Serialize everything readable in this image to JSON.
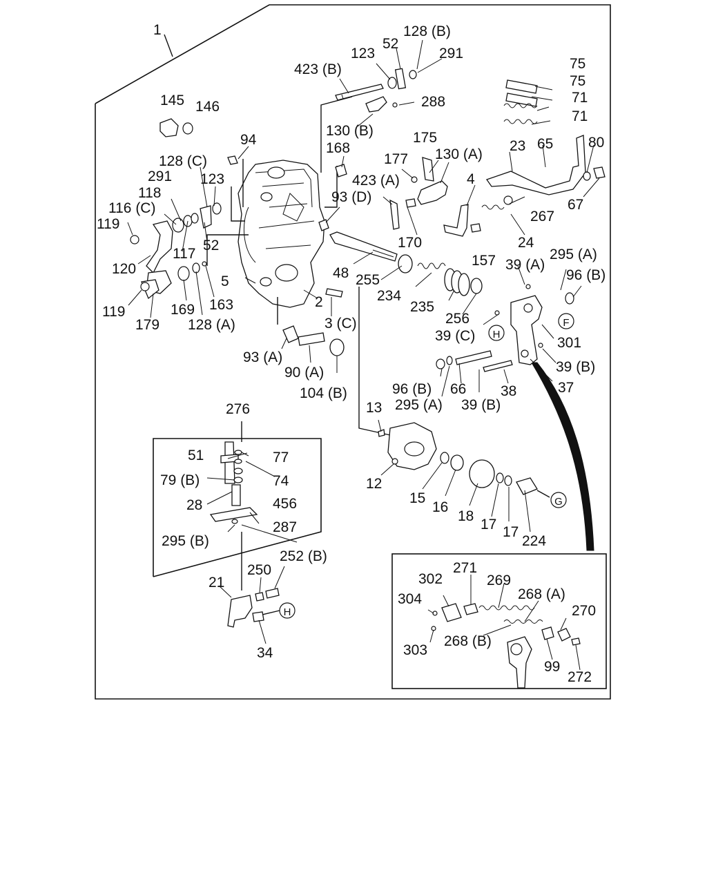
{
  "diagram": {
    "callouts": {
      "c1": "1",
      "c2": "2",
      "c3": "3 (C)",
      "c4": "4",
      "c5": "5",
      "c12": "12",
      "c13": "13",
      "c15": "15",
      "c16": "16",
      "c17a": "17",
      "c17b": "17",
      "c18": "18",
      "c21": "21",
      "c23": "23",
      "c24": "24",
      "c28": "28",
      "c34": "34",
      "c37": "37",
      "c38": "38",
      "c39a": "39 (A)",
      "c39b1": "39 (B)",
      "c39b2": "39 (B)",
      "c39c": "39 (C)",
      "c48": "48",
      "c51": "51",
      "c52a": "52",
      "c52b": "52",
      "c65": "65",
      "c66": "66",
      "c67": "67",
      "c71a": "71",
      "c71b": "71",
      "c74": "74",
      "c75a": "75",
      "c75b": "75",
      "c77": "77",
      "c79b": "79 (B)",
      "c80": "80",
      "c90a": "90 (A)",
      "c93a": "93 (A)",
      "c93d": "93 (D)",
      "c94": "94",
      "c96b1": "96 (B)",
      "c96b2": "96 (B)",
      "c99": "99",
      "c104b": "104 (B)",
      "c116c": "116 (C)",
      "c117": "117",
      "c118": "118",
      "c119a": "119",
      "c119b": "119",
      "c120": "120",
      "c123a": "123",
      "c123b": "123",
      "c128a": "128 (A)",
      "c128b": "128 (B)",
      "c128c": "128 (C)",
      "c130a": "130 (A)",
      "c130b": "130 (B)",
      "c145": "145",
      "c146": "146",
      "c157": "157",
      "c163": "163",
      "c168": "168",
      "c169": "169",
      "c170": "170",
      "c175": "175",
      "c177": "177",
      "c179": "179",
      "c224": "224",
      "c234": "234",
      "c235": "235",
      "c250": "250",
      "c252b": "252 (B)",
      "c255": "255",
      "c256": "256",
      "c267": "267",
      "c268a": "268 (A)",
      "c268b": "268 (B)",
      "c269": "269",
      "c270": "270",
      "c271": "271",
      "c272": "272",
      "c276": "276",
      "c287": "287",
      "c288": "288",
      "c291a": "291",
      "c291b": "291",
      "c295a1": "295 (A)",
      "c295a2": "295 (A)",
      "c295b": "295 (B)",
      "c301": "301",
      "c302": "302",
      "c303": "303",
      "c304": "304",
      "c423a": "423 (A)",
      "c423b": "423 (B)",
      "c456": "456"
    },
    "markers": {
      "f": "F",
      "g": "G",
      "h1": "H",
      "h2": "H"
    }
  }
}
